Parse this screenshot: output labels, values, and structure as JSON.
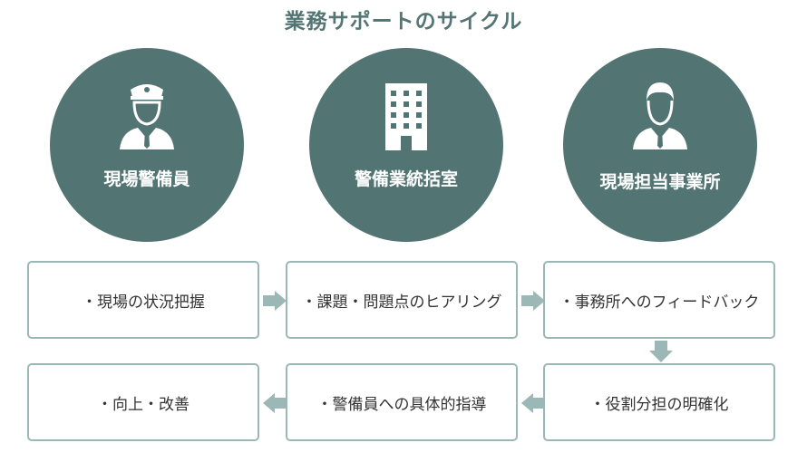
{
  "title": "業務サポートのサイクル",
  "roles": [
    {
      "label": "現場警備員",
      "icon": "guard-icon"
    },
    {
      "label": "警備業統括室",
      "icon": "building-icon"
    },
    {
      "label": "現場担当事業所",
      "icon": "businessman-icon"
    }
  ],
  "steps": [
    "・現場の状況把握",
    "・課題・問題点のヒアリング",
    "・事務所へのフィードバック",
    "・役割分担の明確化",
    "・警備員への具体的指導",
    "・向上・改善"
  ],
  "colors": {
    "circle": "#527574",
    "title": "#557575",
    "border": "#9bb7b6",
    "arrow": "#9bb7b6"
  }
}
